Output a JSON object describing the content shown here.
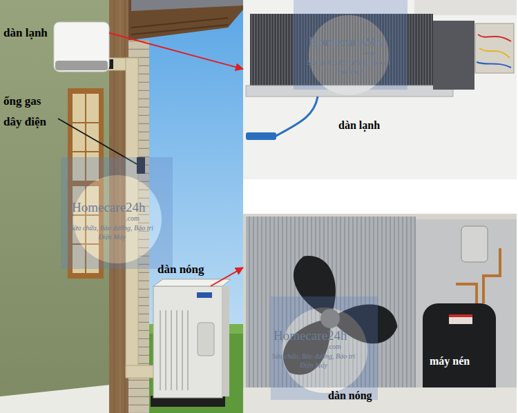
{
  "diagram": {
    "nodes": [
      {
        "text": [
          "dàn lạnh"
        ]
      },
      {
        "text": [
          "dàn lạnh"
        ]
      },
      {
        "text": [
          "dàn nóng"
        ]
      },
      {
        "text": [
          "máy nén",
          "dàn nóng"
        ]
      }
    ],
    "edges": [
      {
        "from": 0,
        "to": 1,
        "arrow": "to"
      },
      {
        "from": 2,
        "to": 3,
        "arrow": "to"
      }
    ],
    "labels": [
      "ống gas dây điện",
      "Homecare24h",
      ".com",
      "Sửa chữa, Bảo dưỡng, Bảo trì Điện Máy",
      "Homecare24h",
      ".com",
      "Sửa chữa, Bảo dưỡng, Bảo trì Điện Máy",
      "Homecare24h",
      ".com",
      "Sửa chữa, Bảo dưỡng, Bảo trì Điện Máy"
    ]
  }
}
